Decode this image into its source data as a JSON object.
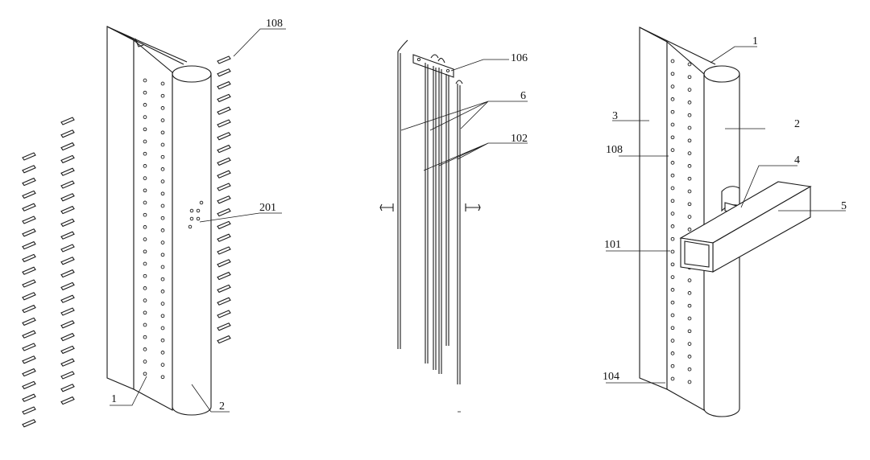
{
  "figure": {
    "labels": {
      "left_1": "1",
      "left_2": "2",
      "left_108": "108",
      "left_201": "201",
      "mid_106": "106",
      "mid_6": "6",
      "mid_102": "102",
      "right_1": "1",
      "right_2": "2",
      "right_3": "3",
      "right_4": "4",
      "right_5": "5",
      "right_108": "108",
      "right_101": "101",
      "right_104": "104"
    }
  }
}
